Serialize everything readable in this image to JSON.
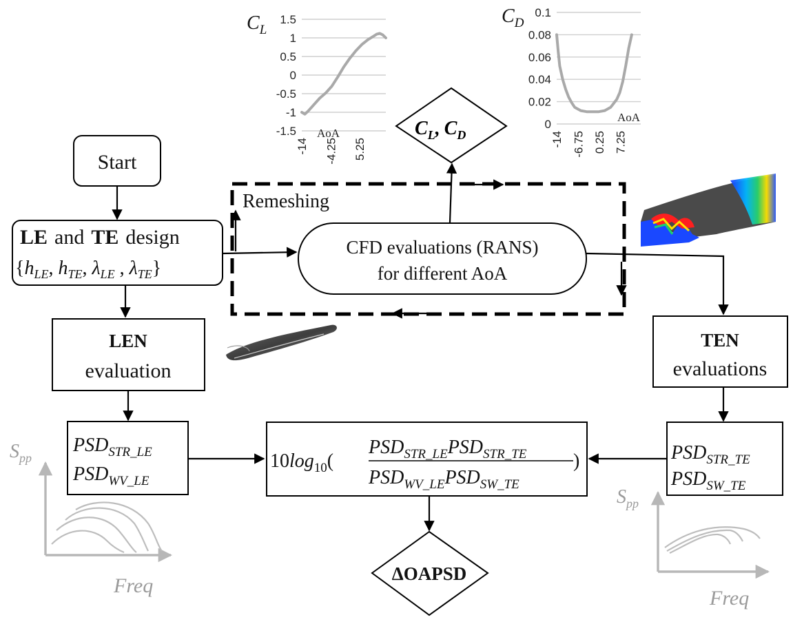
{
  "nodes": {
    "start": "Start",
    "design_le": "LE",
    "design_and": "and",
    "design_te": "TE",
    "design_word": "design",
    "cfd_line1": "CFD  evaluations (RANS)",
    "cfd_line2": "for different AoA",
    "remeshing": "Remeshing",
    "len_line1": "LEN",
    "len_line2": "evaluation",
    "ten_line1": "TEN",
    "ten_line2": "evaluations",
    "cl": "C",
    "cl_sub": "L",
    "cd": "C",
    "cd_sub": "D",
    "cl_cd_sep": ",",
    "psd_le_1": "PSD",
    "psd_le_1_sub": "STR_LE",
    "psd_le_2": "PSD",
    "psd_le_2_sub": "WV_LE",
    "psd_te_1": "PSD",
    "psd_te_1_sub": "STR_TE",
    "psd_te_2": "PSD",
    "psd_te_2_sub": "SW_TE",
    "formula_prefix": "10log",
    "formula_prefix_sub": "10",
    "formula_num": "PSDSTR_LE PSDSTR_TE",
    "formula_den": "PSDWV_LE PSDSW_TE",
    "result": "ΔOAPSD"
  },
  "design_params": [
    "h_LE",
    "h_TE",
    "λ_LE",
    "λ_TE"
  ],
  "sketch_labels": {
    "spp": "S",
    "spp_sub": "pp",
    "freq": "Freq"
  },
  "charts_text": {
    "cl_axis": "C",
    "cl_axis_sub": "L",
    "cd_axis": "C",
    "cd_axis_sub": "D",
    "aoa": "AoA"
  },
  "chart_data": [
    {
      "type": "line",
      "title": "",
      "ylabel": "C_L",
      "xlabel": "AoA",
      "ylim": [
        -1.5,
        1.5
      ],
      "yticks": [
        1.5,
        1,
        0.5,
        0,
        -0.5,
        -1,
        -1.5
      ],
      "xticks": [
        "-14",
        "-4.25",
        "5.25"
      ],
      "xlim": [
        -14,
        14
      ],
      "series": [
        {
          "x": [
            -14,
            -13,
            -12,
            -10,
            -8,
            -6,
            -4,
            -2,
            0,
            2,
            4,
            6,
            8,
            10,
            11,
            12,
            13,
            14
          ],
          "values": [
            -1.0,
            -1.05,
            -0.98,
            -0.8,
            -0.62,
            -0.48,
            -0.3,
            -0.05,
            0.22,
            0.45,
            0.65,
            0.82,
            0.95,
            1.05,
            1.1,
            1.12,
            1.08,
            1.0
          ]
        }
      ]
    },
    {
      "type": "line",
      "title": "",
      "ylabel": "C_D",
      "xlabel": "AoA",
      "ylim": [
        0,
        0.1
      ],
      "yticks": [
        0.1,
        0.08,
        0.06,
        0.04,
        0.02,
        0
      ],
      "xticks": [
        "-14",
        "-6.75",
        "0.25",
        "7.25"
      ],
      "xlim": [
        -14,
        14
      ],
      "series": [
        {
          "x": [
            -14,
            -13.5,
            -13,
            -12,
            -11,
            -10,
            -9,
            -8,
            -6,
            -4,
            -2,
            0,
            2,
            4,
            6,
            7,
            8,
            9,
            10,
            11
          ],
          "values": [
            0.08,
            0.065,
            0.052,
            0.04,
            0.031,
            0.024,
            0.019,
            0.015,
            0.012,
            0.011,
            0.011,
            0.011,
            0.012,
            0.015,
            0.022,
            0.028,
            0.038,
            0.052,
            0.068,
            0.08
          ]
        }
      ]
    }
  ],
  "colors": {
    "stroke": "#000000",
    "chart_curve": "#a9a9a9",
    "grid": "#cfcfcf",
    "sketch_gray": "#bdbdbd"
  }
}
